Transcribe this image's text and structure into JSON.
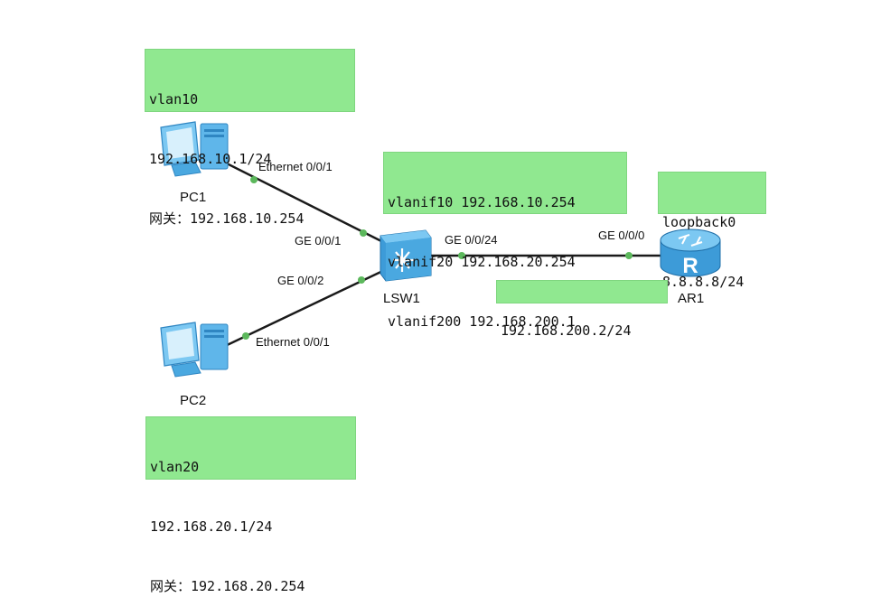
{
  "colors": {
    "note_bg": "#90e890",
    "link": "#1a1a1a",
    "port_dot": "#5cb85c",
    "device_blue": "#4aa8e0"
  },
  "devices": {
    "pc1": {
      "name": "PC1",
      "icon": "pc-icon"
    },
    "pc2": {
      "name": "PC2",
      "icon": "pc-icon"
    },
    "lsw1": {
      "name": "LSW1",
      "icon": "switch-icon"
    },
    "ar1": {
      "name": "AR1",
      "icon": "router-icon"
    }
  },
  "ports": {
    "pc1_eth": "Ethernet 0/0/1",
    "lsw1_ge1": "GE 0/0/1",
    "lsw1_ge2": "GE 0/0/2",
    "pc2_eth": "Ethernet 0/0/1",
    "lsw1_ge24": "GE 0/0/24",
    "ar1_ge0": "GE 0/0/0"
  },
  "notes": {
    "pc1": [
      "vlan10",
      "192.168.10.1/24",
      "网关：192.168.10.254"
    ],
    "lsw1": [
      "vlanif10 192.168.10.254",
      "vlanif20 192.168.20.254",
      "vlanif200 192.168.200.1"
    ],
    "ar1_loopback": [
      "loopback0",
      "8.8.8.8/24"
    ],
    "ar1_link": [
      "192.168.200.2/24"
    ],
    "pc2": [
      "vlan20",
      "192.168.20.1/24",
      "网关：192.168.20.254"
    ]
  }
}
